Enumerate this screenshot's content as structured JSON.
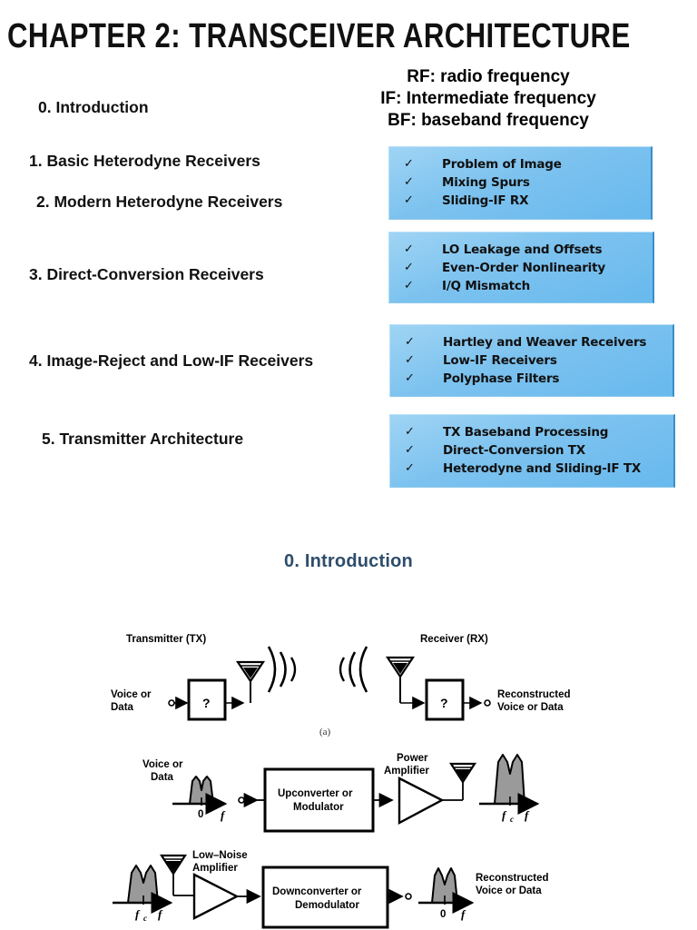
{
  "slide": {
    "title": "CHAPTER 2: TRANSCEIVER ARCHITECTURE",
    "accent_color": "#2e4d6b",
    "box_color": "#7cc2ef"
  },
  "legend": {
    "line1": "RF: radio frequency",
    "line2": "IF: Intermediate frequency",
    "line3": "BF: baseband frequency"
  },
  "outline": [
    {
      "label": "0. Introduction"
    },
    {
      "label": "1. Basic Heterodyne Receivers"
    },
    {
      "label": "2. Modern Heterodyne Receivers"
    },
    {
      "label": "3. Direct-Conversion Receivers"
    },
    {
      "label": "4. Image-Reject and Low-IF Receivers"
    },
    {
      "label": "5. Transmitter Architecture"
    }
  ],
  "topic_boxes": [
    {
      "check": "✓",
      "items": [
        "Problem of Image",
        "Mixing Spurs",
        "Sliding-IF RX"
      ]
    },
    {
      "check": "✓",
      "items": [
        "LO Leakage and Offsets",
        "Even-Order Nonlinearity",
        "I/Q Mismatch"
      ]
    },
    {
      "check": "✓",
      "items": [
        "Hartley and Weaver Receivers",
        "Low-IF Receivers",
        "Polyphase Filters"
      ]
    },
    {
      "check": "✓",
      "items": [
        "TX Baseband Processing",
        "Direct-Conversion TX",
        "Heterodyne and Sliding-IF TX"
      ]
    }
  ],
  "section_heading": "0. Introduction",
  "figure": {
    "part_a": {
      "caption": "(a)",
      "tx_title": "Transmitter (TX)",
      "rx_title": "Receiver (RX)",
      "tx_input_line1": "Voice or",
      "tx_input_line2": "Data",
      "tx_block": "?",
      "rx_block": "?",
      "rx_output_line1": "Reconstructed",
      "rx_output_line2": "Voice or Data"
    },
    "part_b": {
      "input_line1": "Voice or",
      "input_line2": "Data",
      "spectrum_in_center": "0",
      "axis_label": "f",
      "block_line1": "Upconverter or",
      "block_line2": "Modulator",
      "amp_line1": "Power",
      "amp_line2": "Amplifier",
      "spectrum_out_center": "f",
      "spectrum_out_sub": "c"
    },
    "part_c": {
      "spectrum_in_center": "f",
      "spectrum_in_sub": "c",
      "axis_label": "f",
      "amp_line1": "Low–Noise",
      "amp_line2": "Amplifier",
      "block_line1": "Downconverter or",
      "block_line2": "Demodulator",
      "spectrum_out_center": "0",
      "output_line1": "Reconstructed",
      "output_line2": "Voice or Data"
    }
  }
}
